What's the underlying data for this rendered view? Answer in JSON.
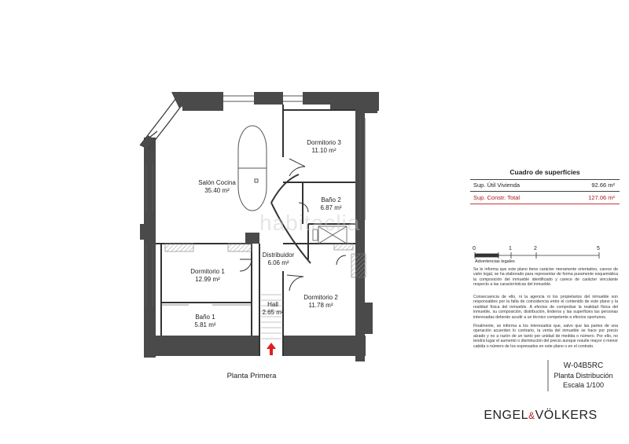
{
  "rooms": [
    {
      "id": "salon",
      "name": "Salón Cocina",
      "area": "35.40 m²"
    },
    {
      "id": "dorm3",
      "name": "Dormitorio 3",
      "area": "11.10 m²"
    },
    {
      "id": "bano2",
      "name": "Baño 2",
      "area": "6.87 m²"
    },
    {
      "id": "distribuidor",
      "name": "Distribuidor",
      "area": "6.06 m²"
    },
    {
      "id": "dorm1",
      "name": "Dormitorio 1",
      "area": "12.99 m²"
    },
    {
      "id": "bano1",
      "name": "Baño 1",
      "area": "5.81 m²"
    },
    {
      "id": "hall",
      "name": "Hall",
      "area": "2.65 m²"
    },
    {
      "id": "dorm2",
      "name": "Dormitorio 2",
      "area": "11.78 m²"
    }
  ],
  "plan_caption": "Planta Primera",
  "watermark": "habitaclia",
  "surfaces": {
    "title": "Cuadro de superfícies",
    "useful_label": "Sup. Útil Vivienda",
    "useful_value": "92.66 m²",
    "built_label": "Sup. Constr. Total",
    "built_value": "127.06 m²"
  },
  "scale_bar": {
    "ticks": [
      "0",
      "1",
      "2",
      "5"
    ],
    "caption": "Advertencias legales"
  },
  "legal_text": [
    "Se le informa que este plano tiene carácter meramente orientativo, carece de valor legal, se ha elaborado para representar de forma puramente esquemática la composición del inmueble identificado y carece de carácter vinculante respecto a las características del inmueble.",
    "Consecuencia de ello, ni la agencia ni los propietarios del inmueble son responsables por la falta de coincidencia entre el contenido de este plano y la realidad física del inmueble. A efectos de comprobar la realidad física del inmueble, su composición, distribución, linderos y las superficies las personas interesadas deberán acudir a un técnico competente a efectos oportunos.",
    "Finalmente, se informa a los interesados que, salvo que las partes de una operación acuerden lo contrario, la venta del inmueble se hace por precio alzado y no a razón de un tanto por unidad de medida o número. Por ello, no tendrá lugar el aumento o disminución del precio aunque resulte mayor o menor cabida o número de los expresados en este plano o en el contrato."
  ],
  "reference": {
    "code": "W-04B5RC",
    "line1": "Planta Distribución",
    "line2": "Escala 1/100"
  },
  "brand": {
    "left": "ENGEL",
    "amp": "&",
    "right": "VÖLKERS",
    "accent_color": "#c0142b"
  }
}
